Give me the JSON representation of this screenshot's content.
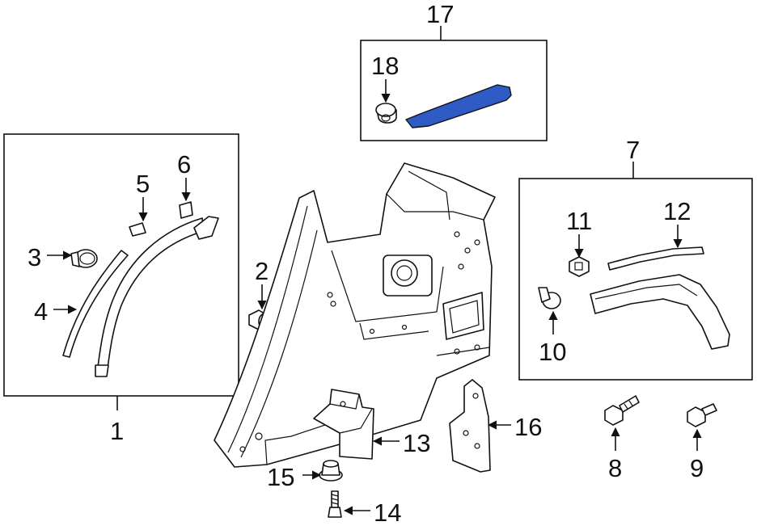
{
  "callouts": {
    "c1": "1",
    "c2": "2",
    "c3": "3",
    "c4": "4",
    "c5": "5",
    "c6": "6",
    "c7": "7",
    "c8": "8",
    "c9": "9",
    "c10": "10",
    "c11": "11",
    "c12": "12",
    "c13": "13",
    "c14": "14",
    "c15": "15",
    "c16": "16",
    "c17": "17",
    "c18": "18"
  },
  "colors": {
    "line": "#111111",
    "background": "#ffffff",
    "highlight_part": "#2f5cc4"
  },
  "highlighted_part_callout": "17"
}
